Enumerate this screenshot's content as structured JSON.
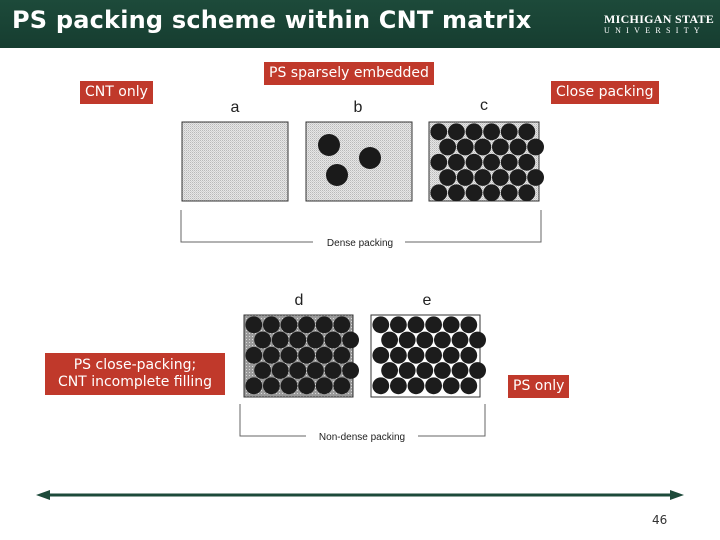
{
  "header": {
    "title": "PS packing scheme within CNT matrix",
    "logo_top": "MICHIGAN STATE",
    "logo_bottom": "UNIVERSITY",
    "color": "#1d4a3a"
  },
  "labels": {
    "cnt_only": "CNT only",
    "ps_sparsely": "PS sparsely embedded",
    "close_packing": "Close packing",
    "ps_close_packing_line1": "PS close-packing;",
    "ps_close_packing_line2": "CNT incomplete filling",
    "ps_only": "PS only",
    "accent_color": "#c0392b"
  },
  "figure": {
    "panel_a": "a",
    "panel_b": "b",
    "panel_c": "c",
    "panel_d": "d",
    "panel_e": "e",
    "bracket_top": "Dense packing",
    "bracket_bottom": "Non-dense packing"
  },
  "footer": {
    "page_number": "46"
  }
}
